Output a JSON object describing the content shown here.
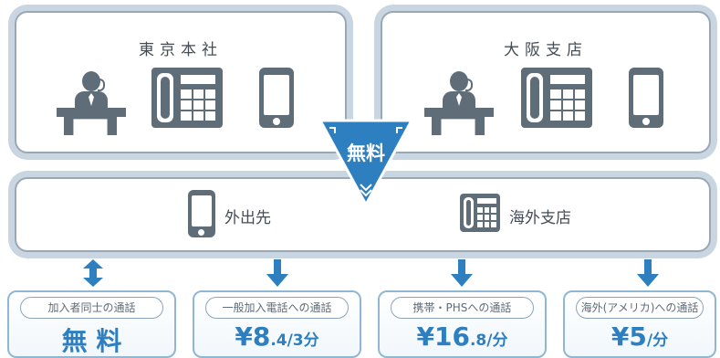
{
  "offices": {
    "tokyo": {
      "title": "東京本社"
    },
    "osaka": {
      "title": "大阪支店"
    }
  },
  "destinations": {
    "mobile_out": {
      "label": "外出先"
    },
    "overseas_branch": {
      "label": "海外支店"
    }
  },
  "free_badge": {
    "text": "無料"
  },
  "rates": [
    {
      "label": "加入者同士の通話",
      "price_main": "無 料",
      "price_unit": ""
    },
    {
      "label": "一般加入電話への通話",
      "price_main": "¥8",
      "price_unit": ".4/3分"
    },
    {
      "label": "携帯・PHSへの通話",
      "price_main": "¥16",
      "price_unit": ".8/分"
    },
    {
      "label": "海外(アメリカ)への通話",
      "price_main": "¥5",
      "price_unit": "/分"
    }
  ],
  "icons": [
    "operator-icon",
    "desk-phone-icon",
    "mobile-phone-icon",
    "down-arrow-icon",
    "double-arrow-icon"
  ],
  "colors": {
    "accent": "#2d7fbf",
    "icon": "#5f6d79",
    "panel_border": "#9aa8b6",
    "panel_halo": "#c9d6e1"
  }
}
